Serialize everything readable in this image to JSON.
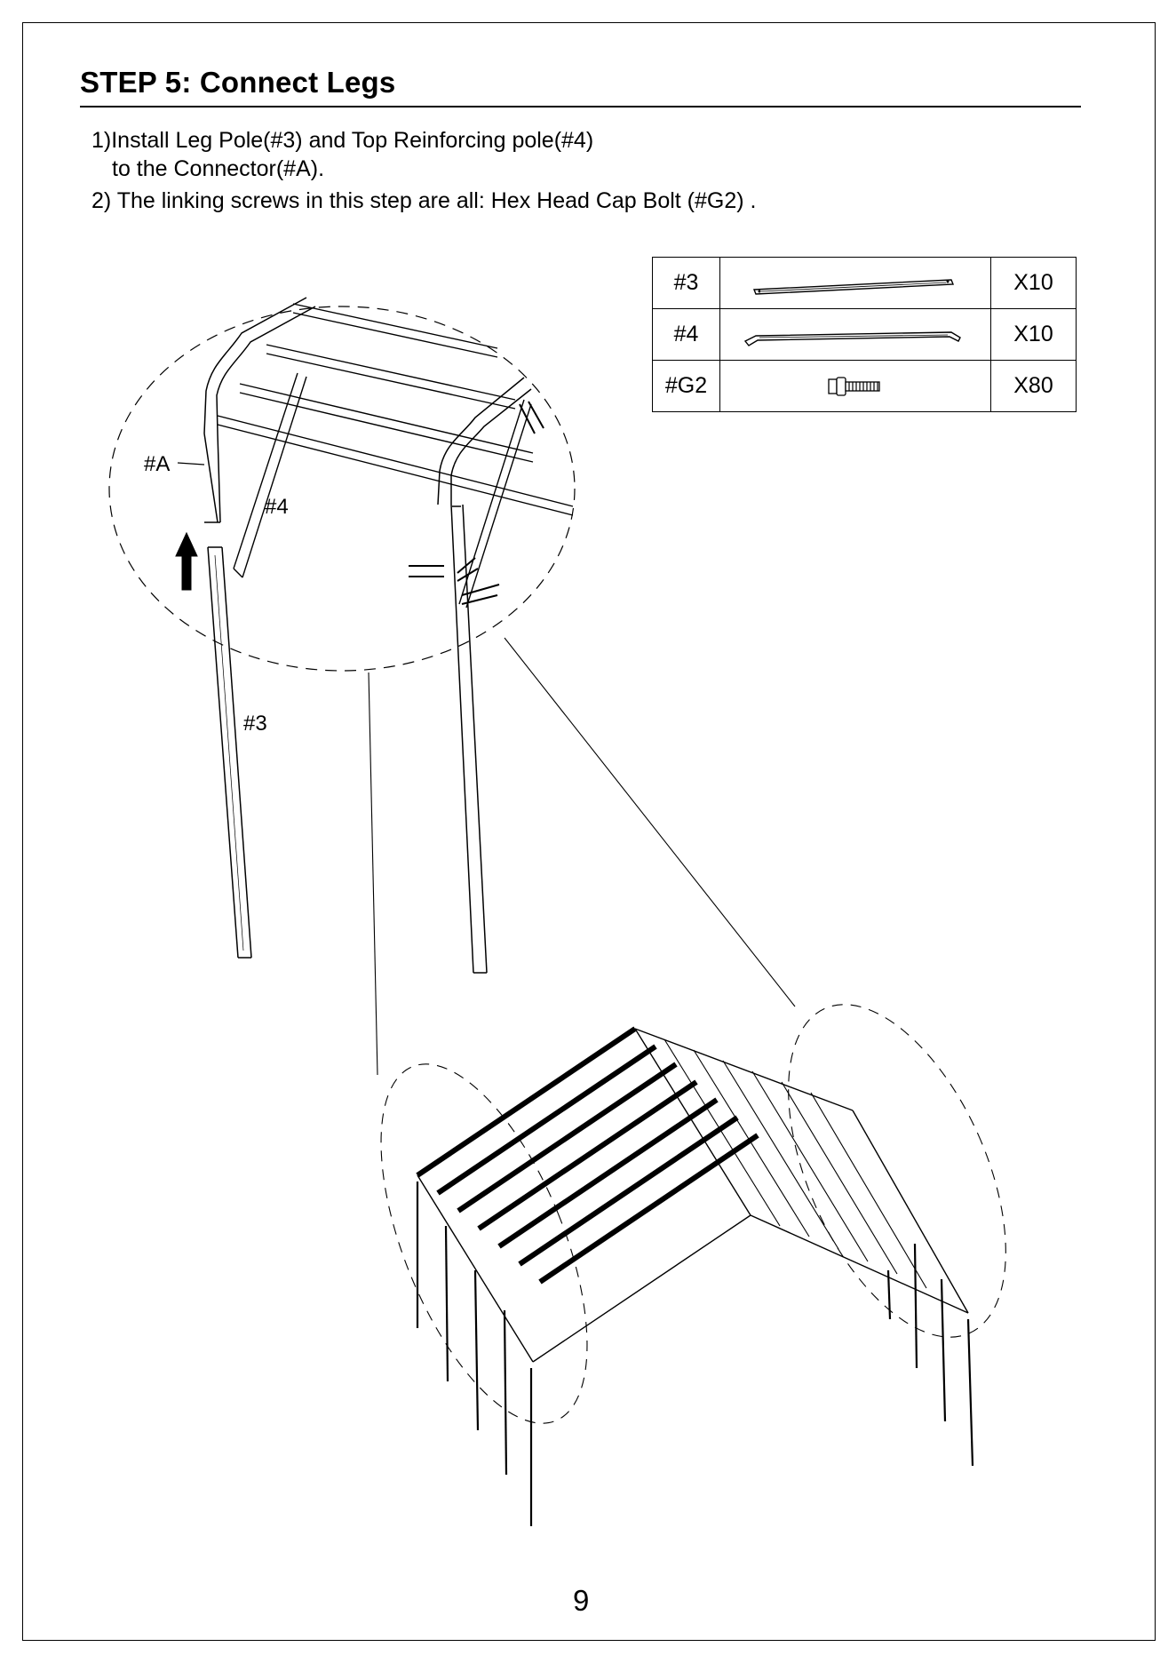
{
  "step": {
    "title": "STEP 5:  Connect Legs"
  },
  "instructions": [
    "1)Install Leg Pole(#3) and Top Reinforcing pole(#4)",
    "to the Connector(#A).",
    "2) The linking screws in this step are all: Hex Head Cap Bolt (#G2) ."
  ],
  "parts": [
    {
      "id": "#3",
      "icon": "leg-pole-icon",
      "qty": "X10"
    },
    {
      "id": "#4",
      "icon": "reinforcing-pole-icon",
      "qty": "X10"
    },
    {
      "id": "#G2",
      "icon": "hex-bolt-icon",
      "qty": "X80"
    }
  ],
  "callouts": {
    "connector": "#A",
    "reinforcing_pole": "#4",
    "leg_pole": "#3"
  },
  "page_number": "9"
}
